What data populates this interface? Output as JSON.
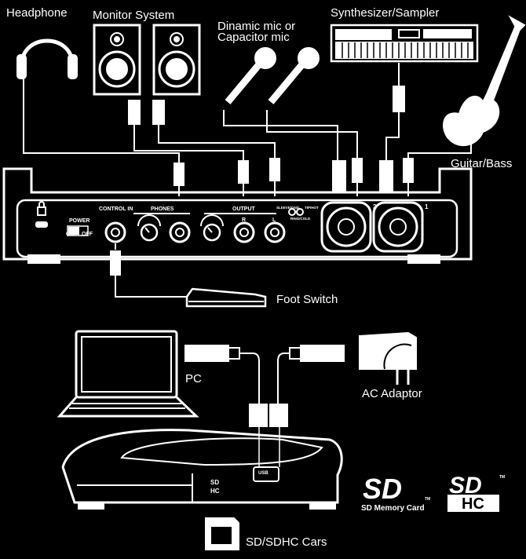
{
  "labels": {
    "headphone": "Headphone",
    "monitor_system": "Monitor System",
    "mic_line1": "Dinamic mic or",
    "mic_line2": "Capacitor mic",
    "synth": "Synthesizer/Sampler",
    "guitar": "Guitar/Bass",
    "foot_switch": "Foot Switch",
    "pc": "PC",
    "ac_adaptor": "AC Adaptor",
    "sd_cards": "SD/SDHC Cars"
  },
  "panel": {
    "power": "POWER",
    "on": "ON",
    "off": "OFF",
    "control_in": "CONTROL IN",
    "phones": "PHONES",
    "output": "OUTPUT",
    "r": "R",
    "l": "L",
    "sleeve_gnd": "SLEEVE/GND",
    "tip_hot": "TIP/HOT",
    "ring_cold": "RING/COLD",
    "input_2": "2",
    "input_1": "1",
    "usb": "USB",
    "sd_badge_top": "SD",
    "sd_badge_bottom": "HC"
  },
  "logos": {
    "sd_memory_card": "SD Memory Card",
    "sd_mark": "SD",
    "sdhc_bottom": "HC",
    "tm": "TM"
  },
  "colors": {
    "background": "#000000",
    "line": "#ffffff"
  }
}
